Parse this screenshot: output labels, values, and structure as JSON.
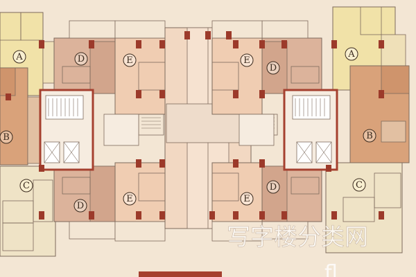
{
  "units": {
    "A": "A",
    "B": "B",
    "C": "C",
    "D": "D",
    "E": "E"
  },
  "watermark": {
    "text": "写字楼分类网",
    "fragment": "fl"
  },
  "colors": {
    "background": "#f3e6d4",
    "unit_A": "#f1e2a8",
    "unit_B": "#d9a27a",
    "unit_C": "#efe3c6",
    "unit_D": "#dcb39b",
    "unit_E": "#f0cdb2",
    "core": "#f6ece0",
    "wall": "#a5402f",
    "column": "#9c3a2a",
    "line": "#7d6a5c"
  }
}
